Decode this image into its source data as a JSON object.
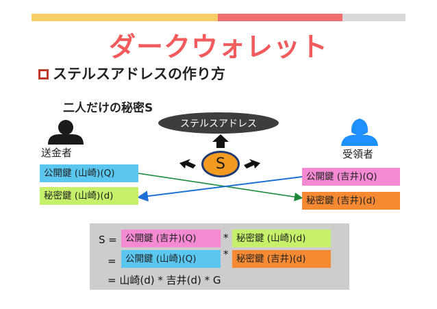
{
  "title": "ダークウォレット",
  "subtitle": "ステルスアドレスの作り方",
  "secret_label": "二人だけの秘密S",
  "stealth_address": "ステルスアドレス",
  "s_node": "S",
  "sender": {
    "label": "送金者",
    "public_key": "公開鍵 (山崎)(Q)",
    "private_key": "秘密鍵 (山崎)(d)"
  },
  "receiver": {
    "label": "受領者",
    "public_key": "公開鍵 (吉井)(Q)",
    "private_key": "秘密鍵 (吉井)(d)"
  },
  "formula": {
    "line1_prefix": "S =",
    "line1_key_a": "公開鍵 (吉井)(Q)",
    "line1_op": "*",
    "line1_key_b": "秘密鍵 (山崎)(d)",
    "line2_prefix": "=",
    "line2_key_a": "公開鍵 (山崎)(Q)",
    "line2_op": "*",
    "line2_key_b": "秘密鍵 (吉井)(d)",
    "line3": "= 山崎(d) * 吉井(d) * G"
  },
  "colors": {
    "sender_icon": "#1a1a1a",
    "receiver_icon": "#1e90ff",
    "arrow_green": "#1a8a3a",
    "arrow_blue": "#1e6fd6"
  },
  "icons": {
    "sender": "person-icon",
    "receiver": "person-icon",
    "arrows": "arrow-icon"
  }
}
